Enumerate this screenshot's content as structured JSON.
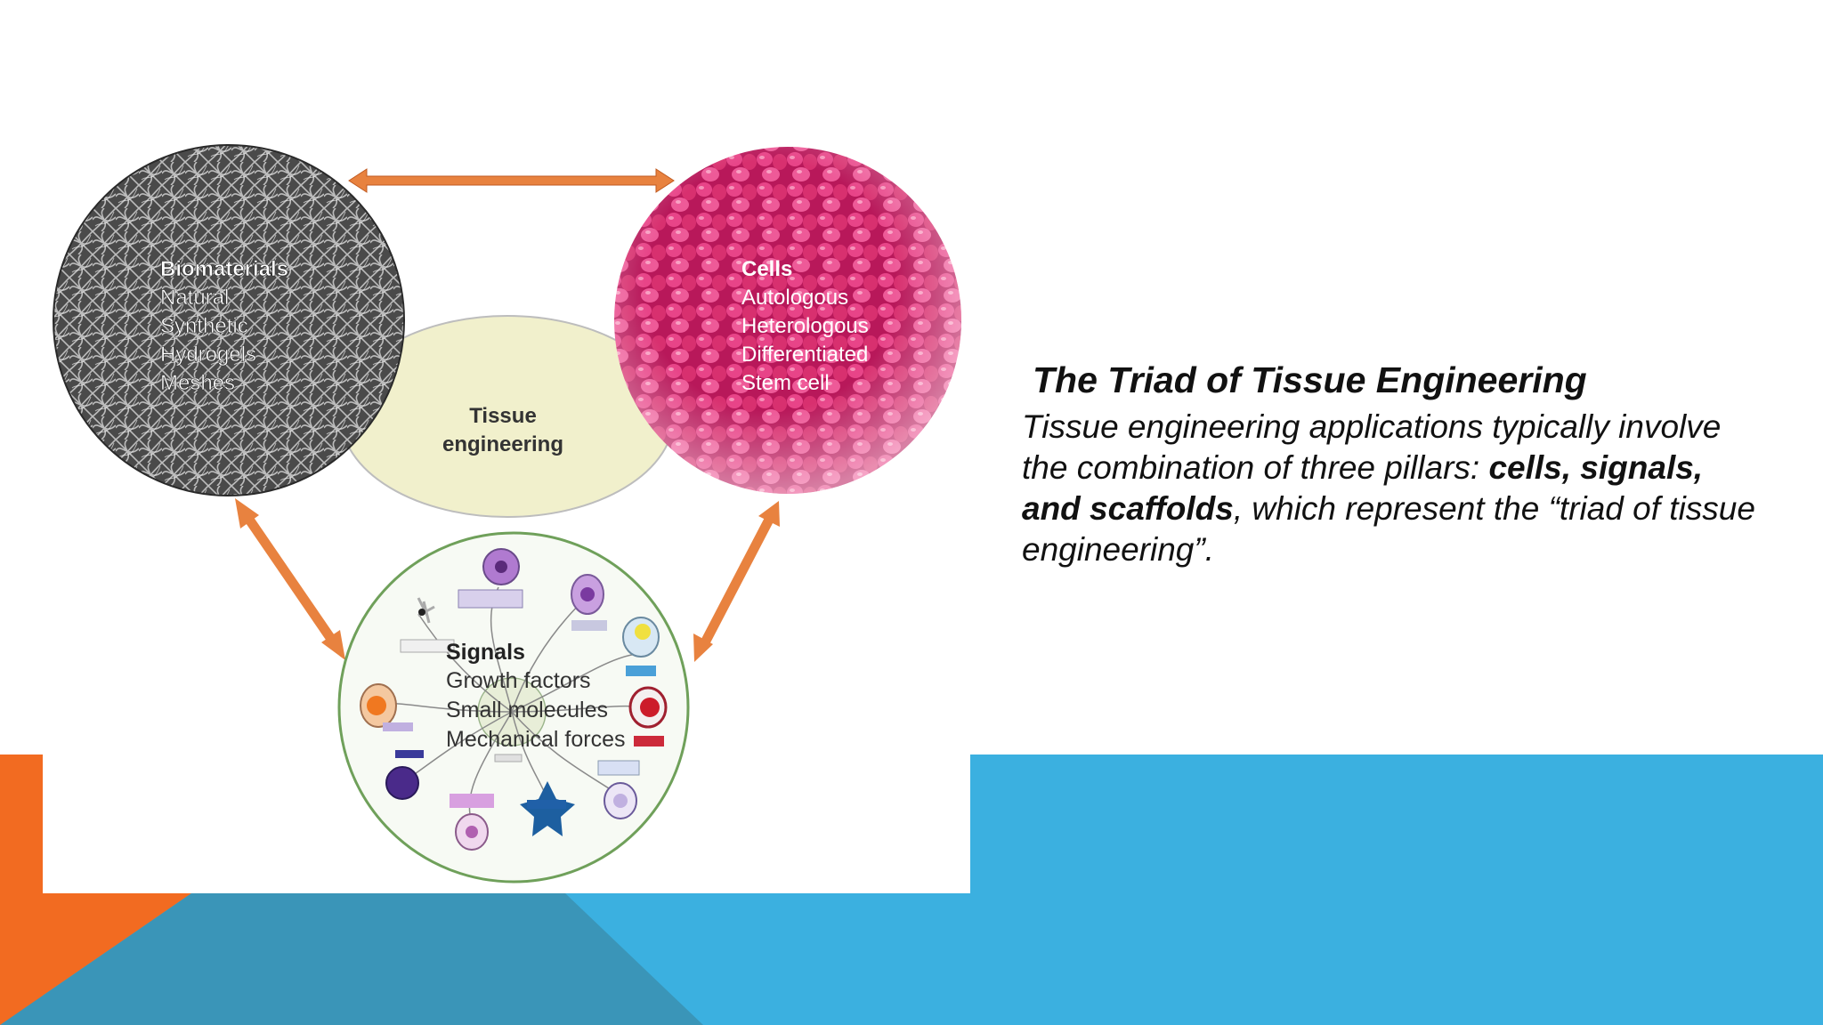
{
  "slide": {
    "title": "The Triad of Tissue Engineering",
    "body_part1": "Tissue engineering applications typically involve the combination of three pillars: ",
    "body_bold": "cells, signals, and scaffolds",
    "body_part2": ", which represent the “triad of tissue engineering”."
  },
  "figure": {
    "center_label_line1": "Tissue",
    "center_label_line2": "engineering",
    "biomaterials": {
      "title": "Biomaterials",
      "items": [
        "Natural",
        "Synthetic",
        "Hydrogels",
        "Meshes"
      ]
    },
    "cells": {
      "title": "Cells",
      "items": [
        "Autologous",
        "Heterologous",
        "Differentiated",
        "Stem cell"
      ]
    },
    "signals": {
      "title": "Signals",
      "items": [
        "Growth factors",
        "Small molecules",
        "Mechanical forces"
      ]
    }
  },
  "colors": {
    "orange_accent": "#f26b21",
    "blue_accent": "#3bb0e0",
    "dark_blue": "#3a95b8",
    "arrow": "#e8823f",
    "center_fill": "#f1f0cc",
    "signals_border": "#6fa05a",
    "cells_pink": "#d6316e"
  }
}
